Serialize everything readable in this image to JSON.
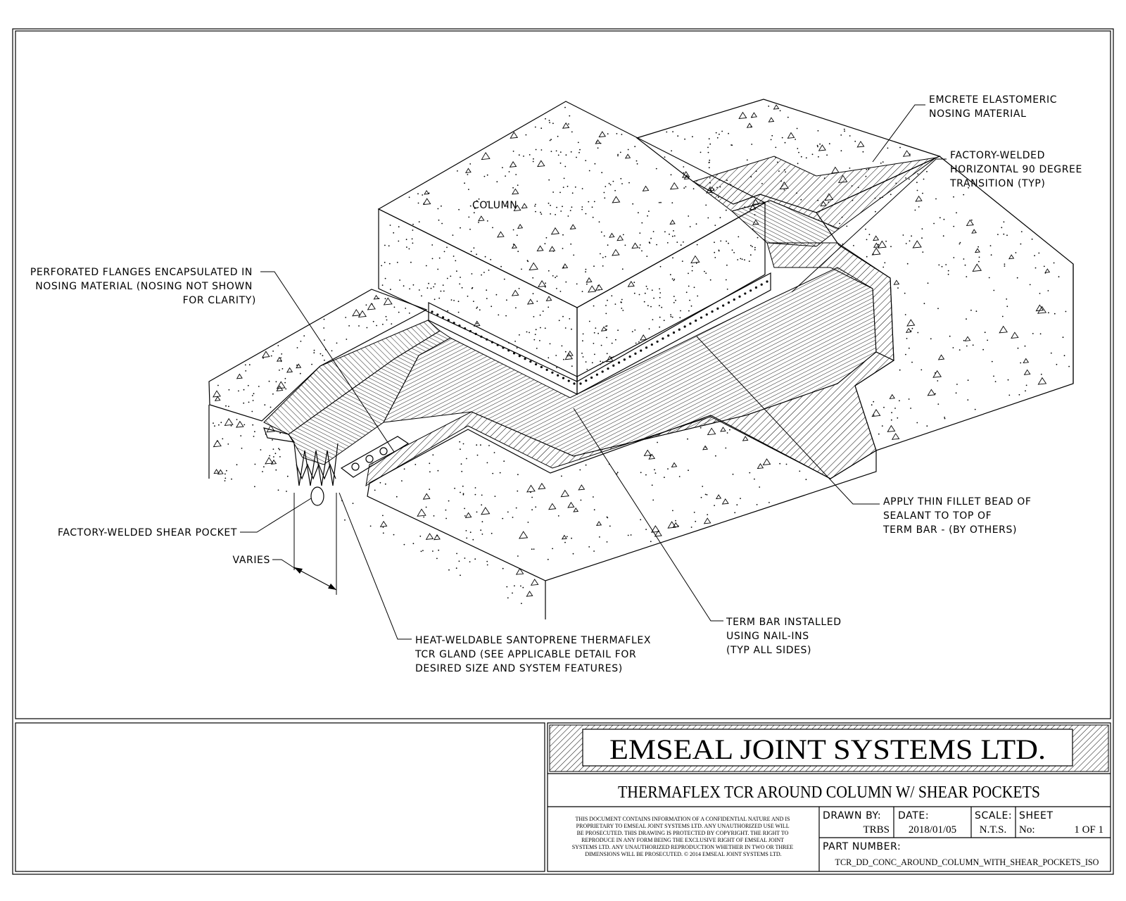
{
  "drawing": {
    "column_label": "COLUMN",
    "callouts": {
      "emcrete": [
        "EMCRETE ELASTOMERIC",
        "NOSING MATERIAL"
      ],
      "factory_welded_transition": [
        "FACTORY-WELDED",
        "HORIZONTAL 90 DEGREE",
        "TRANSITION (TYP)"
      ],
      "perforated_flanges": [
        "PERFORATED FLANGES ENCAPSULATED IN",
        "NOSING MATERIAL (NOSING NOT SHOWN",
        "FOR CLARITY)"
      ],
      "fillet_bead": [
        "APPLY THIN FILLET BEAD OF",
        "SEALANT TO TOP OF",
        "TERM BAR - (BY OTHERS)"
      ],
      "shear_pocket": [
        "FACTORY-WELDED SHEAR POCKET"
      ],
      "varies": [
        "VARIES"
      ],
      "term_bar": [
        "TERM BAR INSTALLED",
        "USING NAIL-INS",
        "(TYP ALL SIDES)"
      ],
      "gland": [
        "HEAT-WELDABLE SANTOPRENE THERMAFLEX",
        "TCR GLAND (SEE APPLICABLE DETAIL FOR",
        "DESIRED SIZE AND SYSTEM FEATURES)"
      ]
    }
  },
  "title_block": {
    "company": "EMSEAL JOINT SYSTEMS LTD.",
    "title": "THERMAFLEX TCR AROUND COLUMN W/ SHEAR POCKETS",
    "disclaimer": [
      "THIS DOCUMENT CONTAINS INFORMATION OF A CONFIDENTIAL NATURE AND IS",
      "PROPRIETARY TO EMSEAL JOINT SYSTEMS LTD. ANY UNAUTHORIZED USE WILL",
      "BE PROSECUTED. THIS DRAWING IS PROTECTED BY COPYRIGHT. THE RIGHT TO",
      "REPRODUCE IN ANY FORM BEING THE EXCLUSIVE RIGHT OF EMSEAL JOINT",
      "SYSTEMS LTD. ANY UNAUTHORIZED REPRODUCTION WHETHER IN TWO OR THREE",
      "DIMENSIONS WILL BE PROSECUTED. © 2014 EMSEAL JOINT SYSTEMS LTD."
    ],
    "drawn_by_label": "DRAWN BY:",
    "drawn_by": "TRBS",
    "date_label": "DATE:",
    "date": "2018/01/05",
    "scale_label": "SCALE:",
    "scale": "N.T.S.",
    "sheet_label": "SHEET",
    "sheet_no_label": "No:",
    "sheet_no": "1 OF 1",
    "part_number_label": "PART NUMBER:",
    "part_number": "TCR_DD_CONC_AROUND_COLUMN_WITH_SHEAR_POCKETS_ISO"
  }
}
